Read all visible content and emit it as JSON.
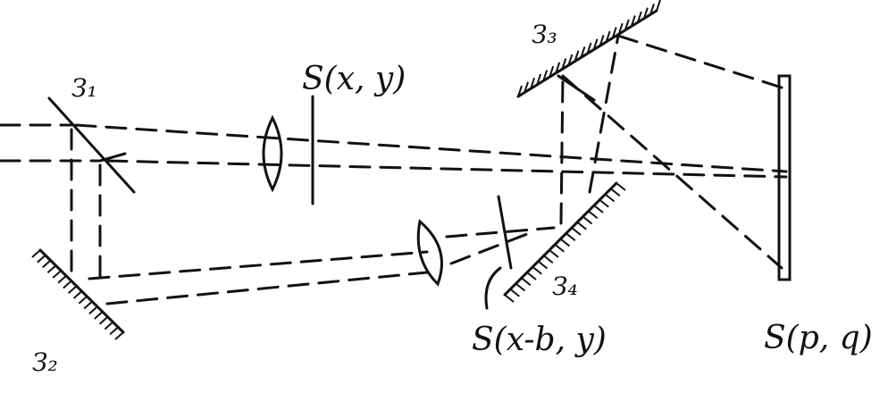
{
  "labels": {
    "mirror_1": "З₁",
    "mirror_2": "З₂",
    "mirror_3": "З₃",
    "mirror_4": "З₄",
    "object_plane": "S(x, y)",
    "shifted_plane": "S(x-b, y)",
    "screen_plane": "S(p, q)"
  }
}
